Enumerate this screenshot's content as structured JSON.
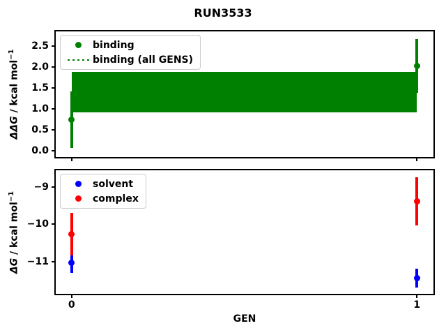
{
  "figure": {
    "title": "RUN3533",
    "xlabel": "GEN"
  },
  "colors": {
    "binding": "#008000",
    "solvent": "#0000ff",
    "complex": "#ff0000",
    "axis": "#000000",
    "legend_border": "#cccccc"
  },
  "chart_data": [
    {
      "type": "scatter",
      "name": "binding",
      "ylabel": "ΔΔG / kcal mol⁻¹",
      "ylabel_parts": [
        {
          "text": "ΔΔG",
          "italic": true
        },
        {
          "text": " / kcal mol",
          "italic": false
        },
        {
          "text": "−1",
          "sup": true
        }
      ],
      "x": [
        0,
        1
      ],
      "xlim": [
        -0.046,
        1.048
      ],
      "ylim": [
        -0.15,
        2.85
      ],
      "grid": false,
      "yticks": [
        {
          "v": 0.0,
          "label": "0.0"
        },
        {
          "v": 0.5,
          "label": "0.5"
        },
        {
          "v": 1.0,
          "label": "1.0"
        },
        {
          "v": 1.5,
          "label": "1.5"
        },
        {
          "v": 2.0,
          "label": "2.0"
        },
        {
          "v": 2.5,
          "label": "2.5"
        }
      ],
      "xticks": [
        {
          "v": 0,
          "label": ""
        },
        {
          "v": 1,
          "label": ""
        }
      ],
      "series": [
        {
          "name": "binding",
          "color": "#008000",
          "y": [
            0.74,
            2.03
          ],
          "yerr": [
            0.67,
            0.64
          ]
        }
      ],
      "band": {
        "name": "binding (all GENS)",
        "color": "#008000",
        "x": [
          0,
          1
        ],
        "lo": 0.91,
        "hi": 1.89,
        "center": 1.4,
        "center_linestyle": "dotted"
      },
      "legend": {
        "position": "upper-left",
        "items": [
          {
            "label": "binding",
            "marker": "dot",
            "color": "#008000"
          },
          {
            "label": "binding (all GENS)",
            "marker": "dotted-line",
            "color": "#008000"
          }
        ]
      }
    },
    {
      "type": "scatter",
      "name": "dg",
      "ylabel": "ΔG / kcal mol⁻¹",
      "ylabel_parts": [
        {
          "text": "ΔG",
          "italic": true
        },
        {
          "text": " / kcal mol",
          "italic": false
        },
        {
          "text": "−1",
          "sup": true
        }
      ],
      "x": [
        0,
        1
      ],
      "xlim": [
        -0.046,
        1.048
      ],
      "ylim": [
        -11.87,
        -8.55
      ],
      "grid": false,
      "yticks": [
        {
          "v": -9,
          "label": "−9"
        },
        {
          "v": -10,
          "label": "−10"
        },
        {
          "v": -11,
          "label": "−11"
        }
      ],
      "xticks": [
        {
          "v": 0,
          "label": "0"
        },
        {
          "v": 1,
          "label": "1"
        }
      ],
      "series": [
        {
          "name": "solvent",
          "color": "#0000ff",
          "y": [
            -11.03,
            -11.45
          ],
          "yerr": [
            0.28,
            0.25
          ]
        },
        {
          "name": "complex",
          "color": "#ff0000",
          "y": [
            -10.27,
            -9.39
          ],
          "yerr": [
            0.57,
            0.65
          ]
        }
      ],
      "legend": {
        "position": "upper-left",
        "items": [
          {
            "label": "solvent",
            "marker": "dot",
            "color": "#0000ff"
          },
          {
            "label": "complex",
            "marker": "dot",
            "color": "#ff0000"
          }
        ]
      }
    }
  ]
}
